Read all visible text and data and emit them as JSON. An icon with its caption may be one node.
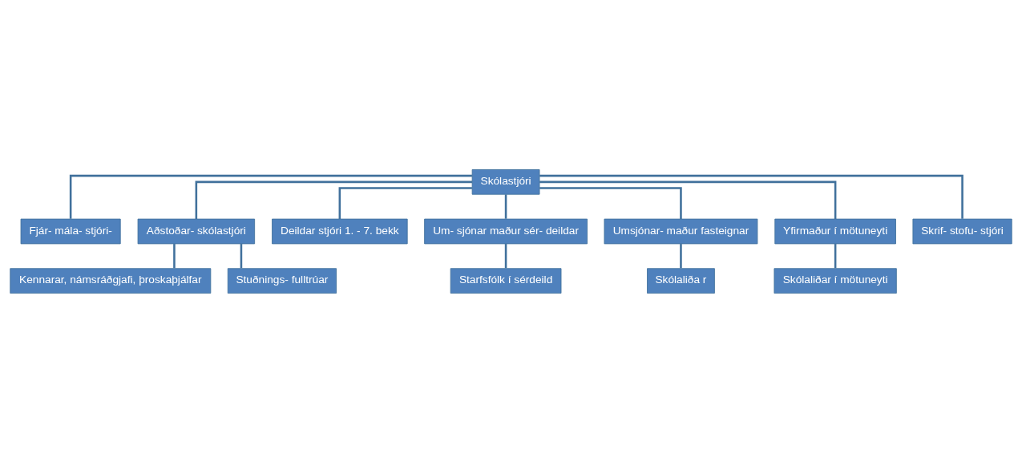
{
  "diagram": {
    "nodes": [
      {
        "text": [
          "Skólastjóri"
        ]
      },
      {
        "text": [
          "Fjár- mála- stjóri-"
        ]
      },
      {
        "text": [
          "Aðstoðar- skólastjóri"
        ]
      },
      {
        "text": [
          "Deildar stjóri 1. - 7. bekk"
        ]
      },
      {
        "text": [
          "Um- sjónar maður sér- deildar"
        ]
      },
      {
        "text": [
          "Umsjónar- maður fasteignar"
        ]
      },
      {
        "text": [
          "Yfirmaður í mötuneyti"
        ]
      },
      {
        "text": [
          "Skrif- stofu- stjóri"
        ]
      },
      {
        "text": [
          "Kennarar, námsráðgjafi, þroskaþjálfar"
        ]
      },
      {
        "text": [
          "Stuðnings- fulltrúar"
        ]
      },
      {
        "text": [
          "Starfsfólk í sérdeild"
        ]
      },
      {
        "text": [
          "Skólaliða r"
        ]
      },
      {
        "text": [
          "Skólaliðar í mötuneyti"
        ]
      }
    ],
    "edges": [
      {
        "from": 0,
        "to": 1,
        "arrow": "none"
      },
      {
        "from": 0,
        "to": 2,
        "arrow": "none"
      },
      {
        "from": 0,
        "to": 3,
        "arrow": "none"
      },
      {
        "from": 0,
        "to": 4,
        "arrow": "none"
      },
      {
        "from": 0,
        "to": 5,
        "arrow": "none"
      },
      {
        "from": 0,
        "to": 6,
        "arrow": "none"
      },
      {
        "from": 0,
        "to": 7,
        "arrow": "none"
      },
      {
        "from": 2,
        "to": 8,
        "arrow": "none"
      },
      {
        "from": 2,
        "to": 9,
        "arrow": "none"
      },
      {
        "from": 4,
        "to": 10,
        "arrow": "none"
      },
      {
        "from": 5,
        "to": 11,
        "arrow": "none"
      },
      {
        "from": 6,
        "to": 12,
        "arrow": "none"
      }
    ]
  }
}
